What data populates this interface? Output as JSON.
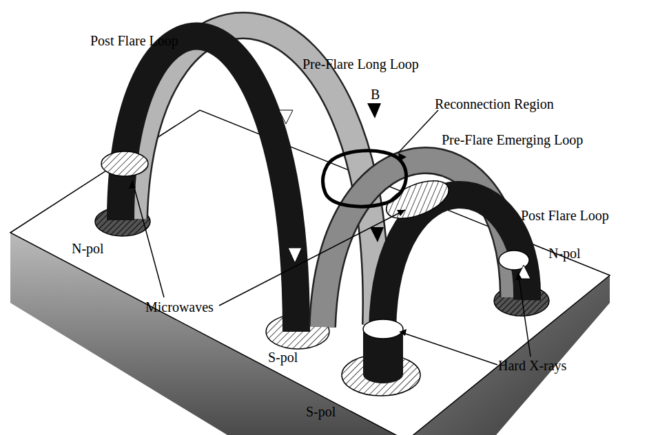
{
  "diagram": {
    "labels": [
      "Post Flare Loop",
      "Pre-Flare Long Loop",
      "B",
      "Reconnection Region",
      "Pre-Flare Emerging Loop",
      "Post Flare Loop",
      "N-pol",
      "N-pol",
      "Microwaves",
      "S-pol",
      "Hard X-rays",
      "S-pol"
    ]
  }
}
